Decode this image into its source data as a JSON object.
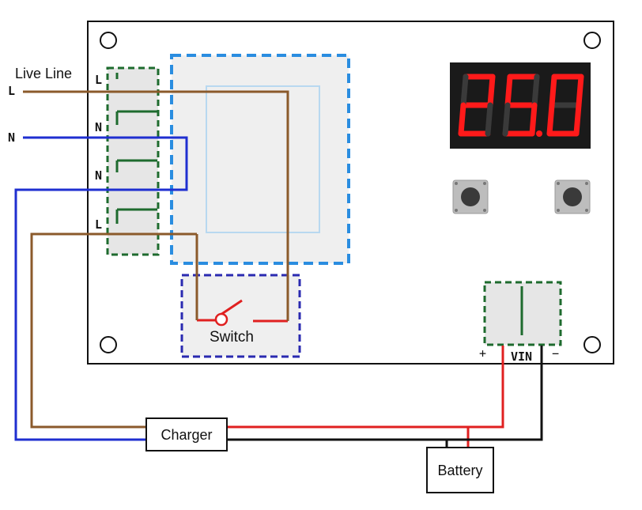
{
  "labels": {
    "live_line": "Live Line",
    "input_L": "L",
    "input_N": "N",
    "terminal_L_top": "L",
    "terminal_N_1": "N",
    "terminal_N_2": "N",
    "terminal_L_bottom": "L",
    "switch": "Switch",
    "charger": "Charger",
    "battery": "Battery",
    "vin": "VIN",
    "vin_plus": "+",
    "vin_minus": "−"
  },
  "display": {
    "digits": [
      "2",
      "5",
      "0"
    ],
    "decimal_after_digit": 2,
    "digit_color": "#ff1a1a",
    "background": "#1a1a1a"
  },
  "colors": {
    "live_wire": "#8b5a2b",
    "neutral_wire": "#1f2fd0",
    "positive_wire": "#e02020",
    "negative_wire": "#111111",
    "terminal_block_border": "#1e6b2e",
    "relay_border": "#2a8de0",
    "switch_box_border": "#2a2ab0"
  }
}
